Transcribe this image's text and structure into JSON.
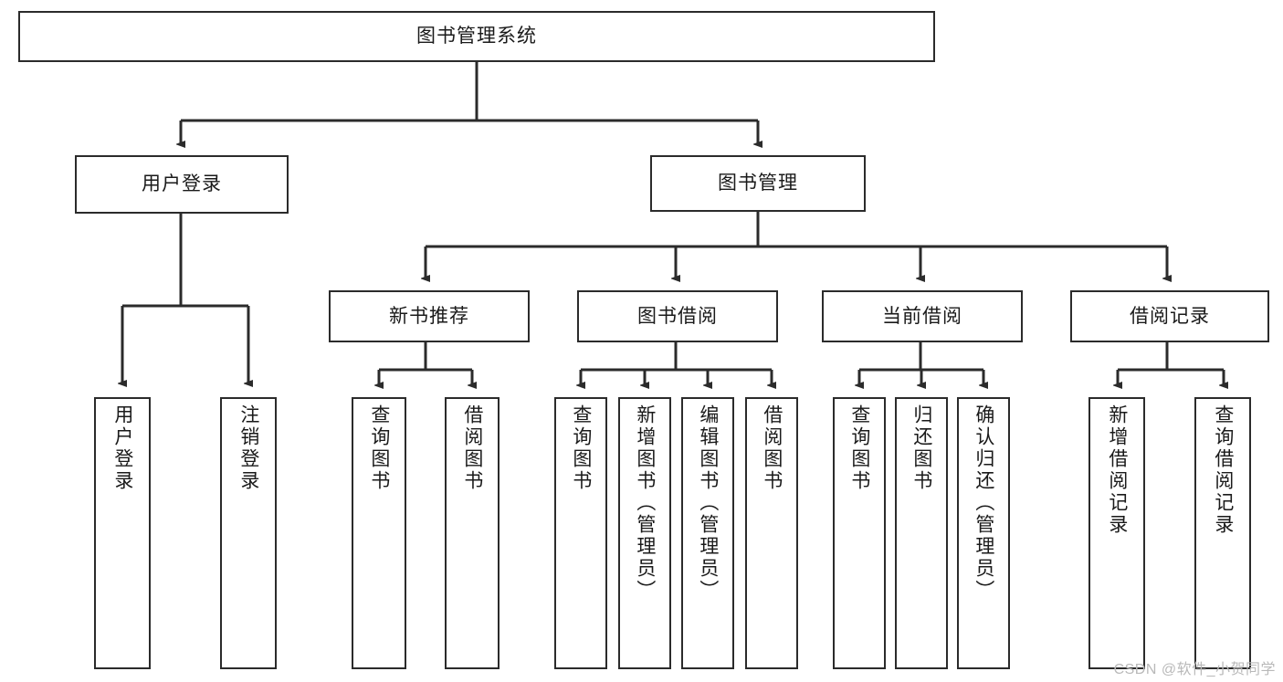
{
  "diagram": {
    "title": "图书管理系统",
    "type": "hierarchy-tree",
    "stroke_color": "#2b2b2b",
    "fill_color": "#ffffff",
    "text_color": "#1a1a1a"
  },
  "root": {
    "label": "图书管理系统"
  },
  "level2": [
    {
      "label": "用户登录"
    },
    {
      "label": "图书管理"
    }
  ],
  "level3": [
    {
      "label": "新书推荐"
    },
    {
      "label": "图书借阅"
    },
    {
      "label": "当前借阅"
    },
    {
      "label": "借阅记录"
    }
  ],
  "leaves": {
    "user_login": [
      {
        "label": "用户登录"
      },
      {
        "label": "注销登录"
      }
    ],
    "new_book": [
      {
        "label": "查询图书"
      },
      {
        "label": "借阅图书"
      }
    ],
    "borrow_book": [
      {
        "label": "查询图书"
      },
      {
        "label": "新增图书（管理员）"
      },
      {
        "label": "编辑图书（管理员）"
      },
      {
        "label": "借阅图书"
      }
    ],
    "current_borrow": [
      {
        "label": "查询图书"
      },
      {
        "label": "归还图书"
      },
      {
        "label": "确认归还（管理员）"
      }
    ],
    "borrow_record": [
      {
        "label": "新增借阅记录"
      },
      {
        "label": "查询借阅记录"
      }
    ]
  },
  "watermark": {
    "text": "CSDN @软件_小贺同学"
  }
}
